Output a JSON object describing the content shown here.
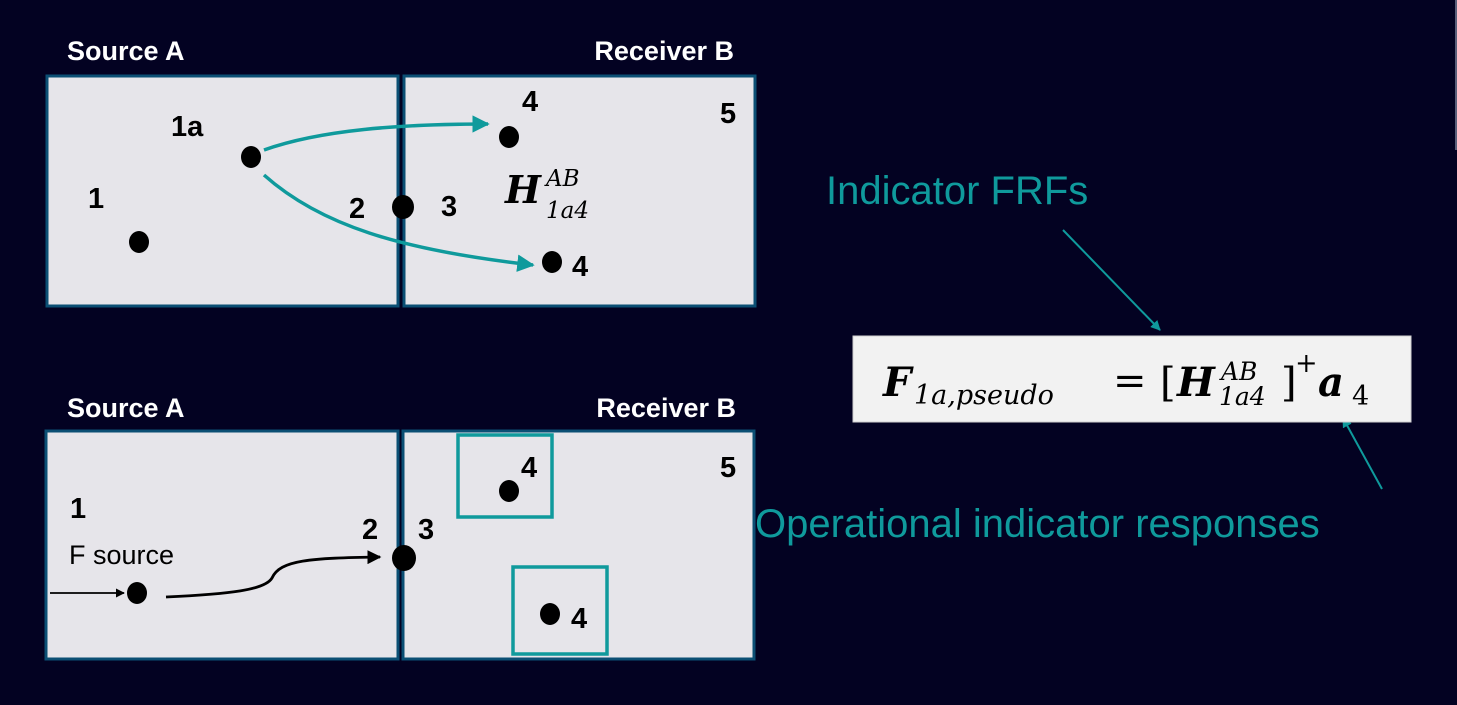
{
  "colors": {
    "background": "#030222",
    "panel_fill": "#e6e5ea",
    "panel_border": "#0b4f74",
    "accent": "#0f9a9c",
    "ink": "#000000",
    "title_text": "#ffffff",
    "formula_box": "#f2f2f2"
  },
  "top_diagram": {
    "source_title": "Source A",
    "receiver_title": "Receiver B",
    "labels": {
      "n1": "1",
      "n1a": "1a",
      "n2": "2",
      "n3": "3",
      "n4_top": "4",
      "n4_bottom": "4",
      "n5": "5"
    },
    "frf": {
      "base": "H",
      "superscript": "AB",
      "subscript": "1a4"
    }
  },
  "bottom_diagram": {
    "source_title": "Source A",
    "receiver_title": "Receiver B",
    "labels": {
      "n1": "1",
      "force": "F source",
      "n2": "2",
      "n3": "3",
      "n4_top": "4",
      "n4_bottom": "4",
      "n5": "5"
    }
  },
  "annotations": {
    "indicator_frfs": "Indicator FRFs",
    "operational_responses": "Operational indicator responses"
  },
  "formula": {
    "lhs_base": "F",
    "lhs_subscript": "1a,pseudo",
    "equals": "=",
    "open_bracket": "[",
    "h_base": "H",
    "h_superscript": "AB",
    "h_subscript": "1a4",
    "close_bracket": "]",
    "pinv": "+",
    "a_base": "a",
    "a_subscript": "4"
  }
}
